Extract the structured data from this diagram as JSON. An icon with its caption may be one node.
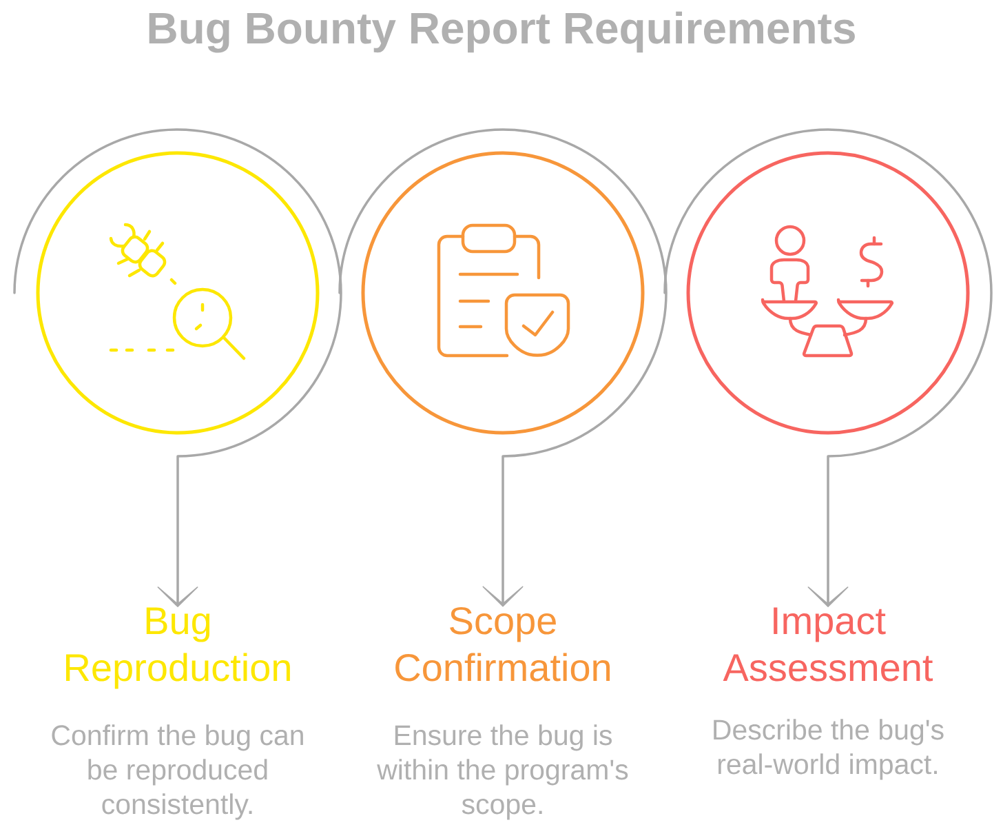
{
  "diagram": {
    "title": "Bug Bounty Report Requirements",
    "nodes": [
      {
        "text": [],
        "shape": "circle"
      },
      {
        "text": [],
        "shape": "circle"
      },
      {
        "text": [],
        "shape": "circle"
      },
      {
        "text": [
          "Bug Reproduction",
          "Confirm the bug can be reproduced consistently."
        ]
      },
      {
        "text": [
          "Scope Confirmation",
          "Ensure the bug is within the program's scope."
        ]
      },
      {
        "text": [
          "Impact Assessment",
          "Describe the bug's real-world impact."
        ]
      }
    ],
    "edges": [
      {
        "from": 0,
        "to": 3,
        "arrow": "to"
      },
      {
        "from": 1,
        "to": 4,
        "arrow": "to"
      },
      {
        "from": 2,
        "to": 5,
        "arrow": "to"
      }
    ]
  }
}
